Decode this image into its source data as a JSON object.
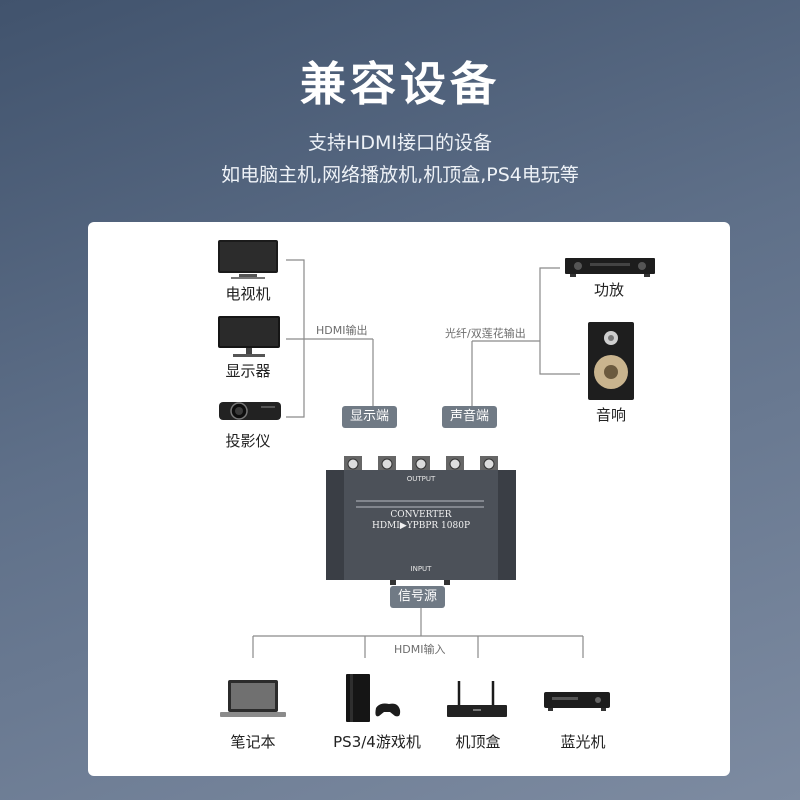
{
  "header": {
    "title": "兼容设备",
    "subtitle_line1": "支持HDMI接口的设备",
    "subtitle_line2": "如电脑主机,网络播放机,机顶盒,PS4电玩等"
  },
  "display_side": {
    "devices": [
      {
        "label": "电视机",
        "icon": "tv-icon"
      },
      {
        "label": "显示器",
        "icon": "monitor-icon"
      },
      {
        "label": "投影仪",
        "icon": "projector-icon"
      }
    ],
    "connection_note": "HDMI输出",
    "tag": "显示端"
  },
  "audio_side": {
    "devices": [
      {
        "label": "功放",
        "icon": "amplifier-icon"
      },
      {
        "label": "音响",
        "icon": "speaker-icon"
      }
    ],
    "connection_note": "光纤/双莲花输出",
    "tag": "声音端"
  },
  "converter": {
    "output_label": "OUTPUT",
    "name": "CONVERTER",
    "model": "HDMI▶YPBPR 1080P",
    "input_label": "INPUT"
  },
  "source": {
    "tag": "信号源",
    "connection_note": "HDMI输入",
    "devices": [
      {
        "label": "笔记本",
        "icon": "laptop-icon"
      },
      {
        "label": "PS3/4游戏机",
        "icon": "game-console-icon"
      },
      {
        "label": "机顶盒",
        "icon": "set-top-box-icon"
      },
      {
        "label": "蓝光机",
        "icon": "bluray-player-icon"
      }
    ]
  },
  "colors": {
    "background_top": "#41536d",
    "background_bottom": "#7d8ba1",
    "card": "#ffffff",
    "tag": "#707a85",
    "converter_body": "#4c5159"
  }
}
